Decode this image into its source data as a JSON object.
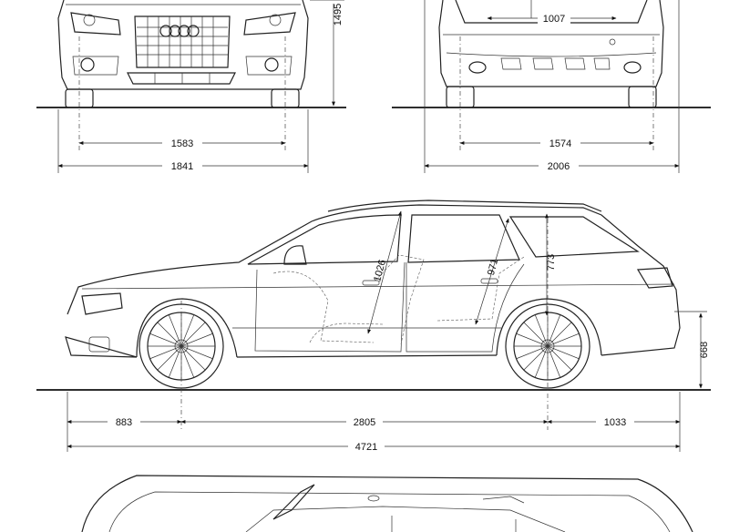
{
  "front_view": {
    "height": "1495",
    "track_front": "1583",
    "overall_width": "1841"
  },
  "rear_view": {
    "tailgate_width": "1007",
    "track_rear": "1574",
    "width_with_mirrors": "2006"
  },
  "side_view": {
    "front_headroom": "1026",
    "rear_headroom": "971",
    "cargo_height": "773",
    "load_sill_height": "668",
    "front_overhang": "883",
    "wheelbase": "2805",
    "rear_overhang": "1033",
    "overall_length": "4721"
  },
  "top_view": {}
}
